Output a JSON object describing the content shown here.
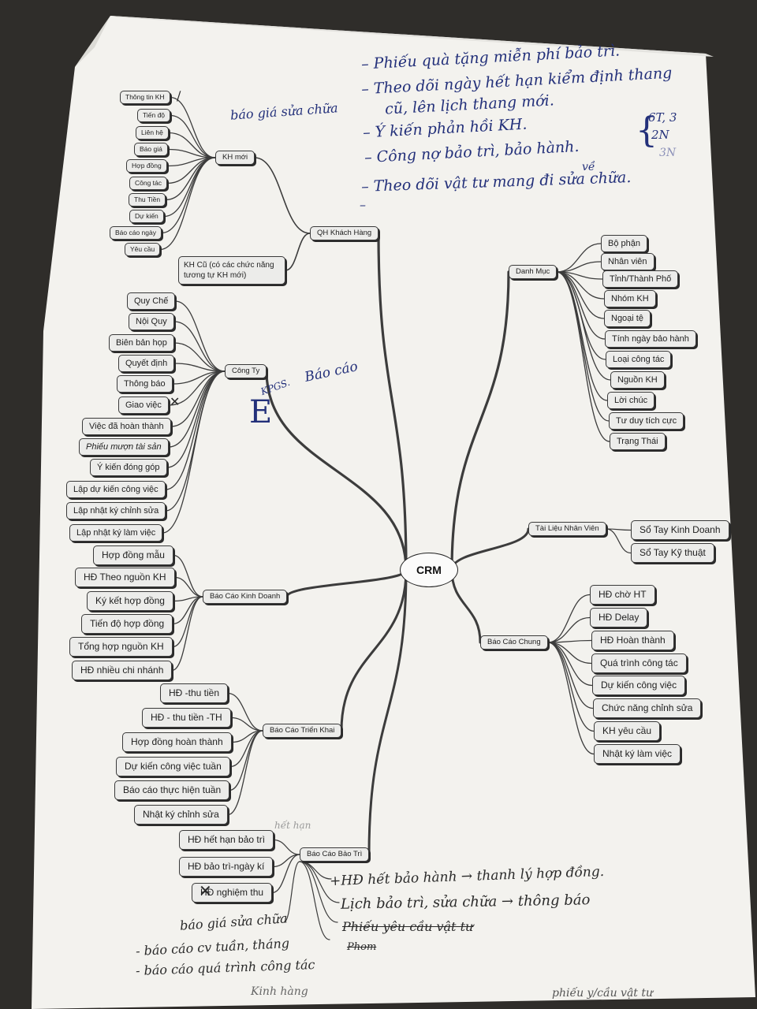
{
  "center": "CRM",
  "branches": {
    "qh": {
      "label": "QH Khách Hàng",
      "kh_moi": {
        "label": "KH mới",
        "items": [
          "Thông tin KH",
          "Tiến độ",
          "Liên hệ",
          "Báo giá",
          "Hợp đồng",
          "Công tác",
          "Thu Tiền",
          "Dự kiến",
          "Báo cáo ngày",
          "Yêu cầu"
        ]
      },
      "kh_cu": "KH Cũ (có các chức năng tương tự KH mới)"
    },
    "cong_ty": {
      "label": "Công Ty",
      "items": [
        "Quy Chế",
        "Nội Quy",
        "Biên bản họp",
        "Quyết định",
        "Thông báo",
        "Giao việc",
        "Việc đã hoàn thành",
        "Phiếu mượn tài sản",
        "Ý kiến đóng góp",
        "Lập dự kiến công việc",
        "Lập nhật ký chỉnh sửa",
        "Lập nhật ký làm việc"
      ]
    },
    "bckd": {
      "label": "Báo Cáo Kinh Doanh",
      "items": [
        "Hợp đồng mẫu",
        "HĐ Theo nguồn KH",
        "Ký kết hợp đồng",
        "Tiến độ hợp đồng",
        "Tổng hợp nguồn KH",
        "HĐ nhiều chi nhánh"
      ]
    },
    "bctk": {
      "label": "Báo Cáo Triển Khai",
      "items": [
        "HĐ -thu tiền",
        "HĐ - thu tiền -TH",
        "Hợp đồng hoàn thành",
        "Dự kiến công việc tuần",
        "Báo cáo thực hiện tuần",
        "Nhật ký chỉnh sửa"
      ]
    },
    "bcbt": {
      "label": "Báo Cáo Bảo Trì",
      "items": [
        "HĐ hết hạn bảo trì",
        "HĐ bảo trì-ngày kí",
        "HĐ nghiệm thu"
      ]
    },
    "danh_muc": {
      "label": "Danh Mục",
      "items": [
        "Bộ phận",
        "Nhân viên",
        "Tỉnh/Thành Phố",
        "Nhóm KH",
        "Ngoại tệ",
        "Tính ngày bảo hành",
        "Loại công tác",
        "Nguồn KH",
        "Lời chúc",
        "Tư duy tích cực",
        "Trạng Thái"
      ]
    },
    "tlnv": {
      "label": "Tài Liệu Nhân Viên",
      "items": [
        "Sổ Tay Kinh Doanh",
        "Sổ Tay Kỹ thuật"
      ]
    },
    "bcc": {
      "label": "Báo Cáo Chung",
      "items": [
        "HĐ chờ HT",
        "HĐ Delay",
        "HĐ Hoàn thành",
        "Quá trình công tác",
        "Dự kiến công việc",
        "Chức năng chỉnh sửa",
        "KH yêu cầu",
        "Nhật ký làm việc"
      ]
    }
  },
  "notes": {
    "top": [
      "– Phiếu quà tặng miễn phí bảo trì.",
      "– Theo dõi ngày hết hạn kiểm định thang",
      "cũ, lên lịch thang mới.",
      "– Ý kiến phản hồi KH.",
      "– Công nợ bảo trì, bảo hành.",
      "về",
      "– Theo dõi vật tư mang đi sửa chữa.",
      "–"
    ],
    "side": [
      "6T, 3",
      "2N",
      "3N"
    ],
    "bao_gia_sua_chua": "báo giá sửa chữa",
    "bao_cao": "Báo cáo",
    "kpgs": "KPGS.",
    "bracket": "E",
    "bottom_right": [
      "+HĐ hết bảo hành → thanh lý hợp đồng.",
      "Lịch bảo trì, sửa chữa → thông báo",
      "Phiếu yêu cầu vật tư",
      "Phom"
    ],
    "bottom_left": [
      "báo giá sửa chữa",
      "- báo cáo cv tuần, tháng",
      "- báo cáo quá trình công tác",
      "Kinh hàng"
    ],
    "bottom_far_right": "phiếu y/cầu vật tư",
    "faint": "hết hạn"
  }
}
